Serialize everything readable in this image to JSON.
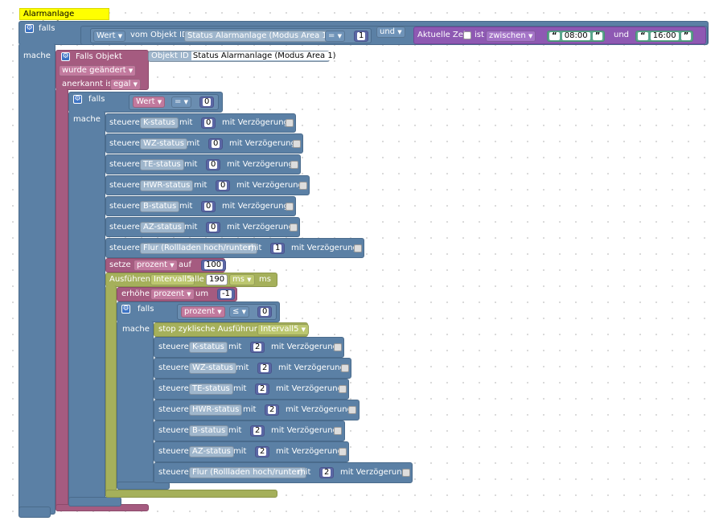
{
  "title": "Alarmanlage unscharf",
  "kw": {
    "falls": "falls",
    "mache": "mache",
    "und": "und",
    "mit": "mit",
    "mit_verzoegerung": "mit Verzögerung",
    "steuere": "steuere",
    "um": "um",
    "erhoehe": "erhöhe",
    "setze": "setze",
    "auf": "auf"
  },
  "top_condition": {
    "wert": "Wert",
    "vom_objekt": "vom Objekt ID",
    "objekt": "Status Alarmanlage (Modus Area 1)",
    "op": "=",
    "value": "1",
    "und_op": "und",
    "time_label": "Aktuelle Zeit",
    "ist": "ist",
    "zwischen": "zwischen",
    "from": "08:00",
    "to": "16:00"
  },
  "trigger": {
    "falls_objekt": "Falls Objekt",
    "objekt_id": "Objekt ID",
    "objekt": "Status Alarmanlage (Modus Area 1)",
    "wurde": "wurde geändert",
    "anerkannt": "anerkannt ist",
    "egal": "egal"
  },
  "inner_if": {
    "wert": "Wert",
    "op": "=",
    "value": "0"
  },
  "group1": [
    {
      "name": "K-status",
      "value": "0"
    },
    {
      "name": "WZ-status",
      "value": "0"
    },
    {
      "name": "TE-status",
      "value": "0"
    },
    {
      "name": "HWR-status",
      "value": "0"
    },
    {
      "name": "B-status",
      "value": "0"
    },
    {
      "name": "AZ-status",
      "value": "0"
    },
    {
      "name": "Flur (Rollladen hoch/runter)",
      "value": "1"
    }
  ],
  "setze": {
    "var": "prozent",
    "value": "100"
  },
  "interval": {
    "label": "Ausführen",
    "name": "Intervall5",
    "alle": "alle",
    "value": "190",
    "unit": "ms",
    "unit2": "ms"
  },
  "erhoehe": {
    "var": "prozent",
    "value": "-1"
  },
  "cond2": {
    "var": "prozent",
    "op": "≤",
    "value": "0"
  },
  "stop": {
    "label": "stop zyklische Ausführung",
    "name": "Intervall5"
  },
  "group2": [
    {
      "name": "K-status",
      "value": "2"
    },
    {
      "name": "WZ-status",
      "value": "2"
    },
    {
      "name": "TE-status",
      "value": "2"
    },
    {
      "name": "HWR-status",
      "value": "2"
    },
    {
      "name": "B-status",
      "value": "2"
    },
    {
      "name": "AZ-status",
      "value": "2"
    },
    {
      "name": "Flur (Rollladen hoch/runter)",
      "value": "2"
    }
  ]
}
